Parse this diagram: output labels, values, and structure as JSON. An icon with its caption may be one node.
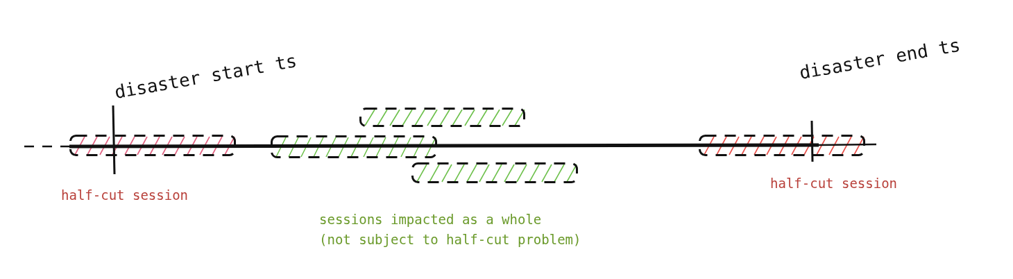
{
  "diagram": {
    "nodes": [
      {
        "text": [],
        "shape": "bar",
        "beside": [
          "half-cut session"
        ]
      },
      {
        "text": [],
        "shape": "bar"
      },
      {
        "text": [],
        "shape": "bar"
      },
      {
        "text": [],
        "shape": "bar"
      },
      {
        "text": [],
        "shape": "bar",
        "beside": [
          "half-cut session"
        ]
      }
    ],
    "labels": [
      "disaster start ts",
      "disaster end ts",
      "sessions impacted as a whole",
      "(not subject to half-cut problem)"
    ]
  }
}
